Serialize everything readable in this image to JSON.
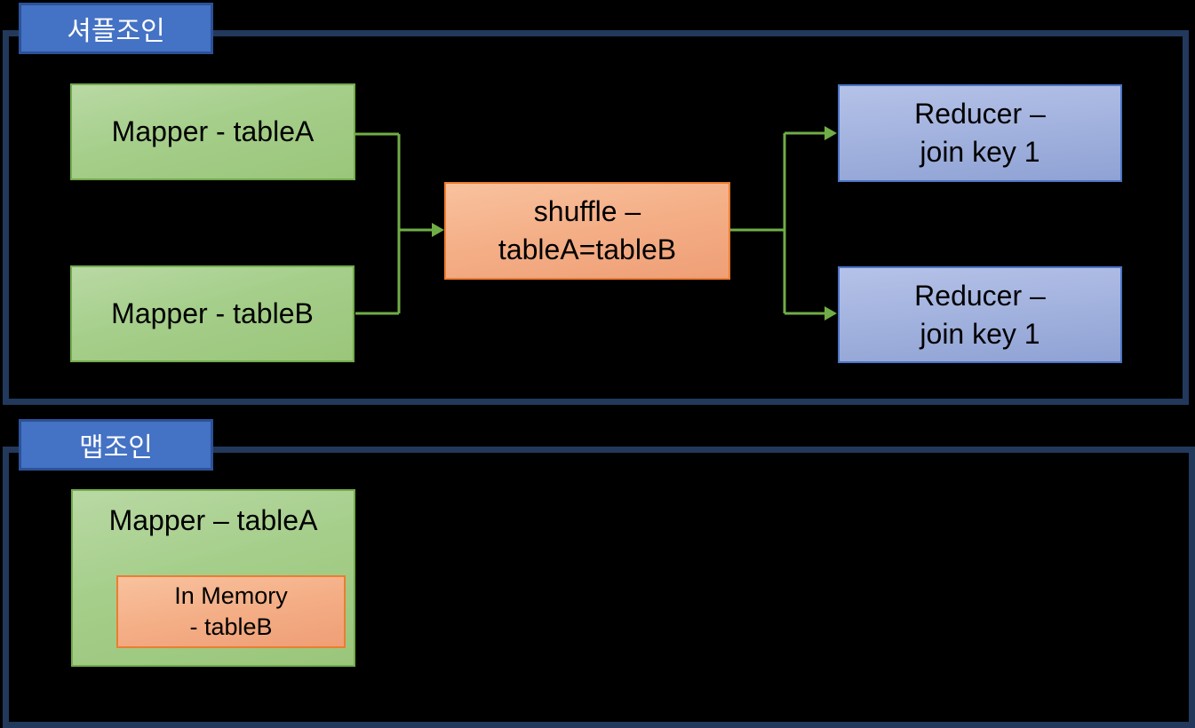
{
  "page": {
    "background": "#000000"
  },
  "colors": {
    "container_border": "#22395C",
    "label_fill": "#4472C4",
    "label_border": "#2C5197",
    "label_text": "#FFFFFF",
    "green_node_border": "#73AC4C",
    "orange_node_border": "#ED7D31",
    "blue_node_border": "#4C74C4",
    "connector_green": "#70AD47",
    "node_text": "#000000"
  },
  "shuffle_join": {
    "label": "셔플조인",
    "mapper_a": "Mapper - tableA",
    "mapper_b": "Mapper - tableB",
    "shuffle": {
      "line1": "shuffle –",
      "line2": "tableA=tableB"
    },
    "reducer_1": {
      "line1": "Reducer –",
      "line2": "join key 1"
    },
    "reducer_2": {
      "line1": "Reducer –",
      "line2": "join key 1"
    }
  },
  "map_join": {
    "label": "맵조인",
    "mapper_a": "Mapper – tableA",
    "in_memory": {
      "line1": "In Memory",
      "line2": "- tableB"
    }
  }
}
